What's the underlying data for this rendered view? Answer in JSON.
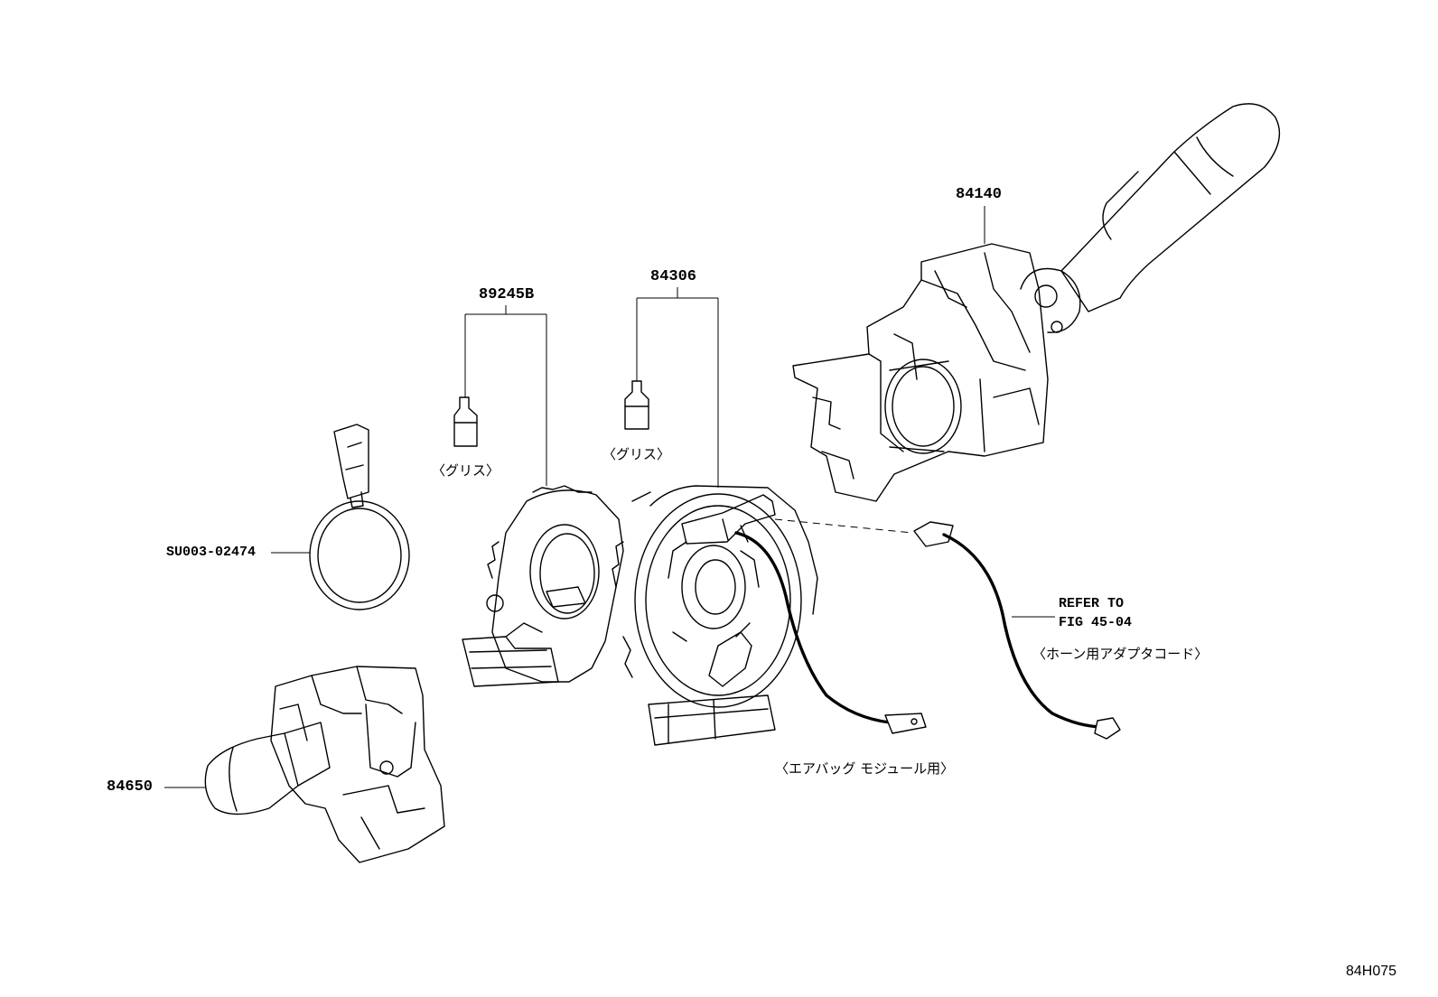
{
  "parts": {
    "p84140": "84140",
    "p84306": "84306",
    "p89245B": "89245B",
    "pSU003": "SU003-02474",
    "p84650": "84650"
  },
  "notes": {
    "grease_left": "〈グリス〉",
    "grease_right": "〈グリス〉",
    "refer_line1": "REFER TO",
    "refer_line2": "FIG 45-04",
    "horn_adapter": "〈ホーン用アダプタコード〉",
    "airbag_module": "〈エアバッグ モジュール用〉"
  },
  "figure_code": "84H075"
}
